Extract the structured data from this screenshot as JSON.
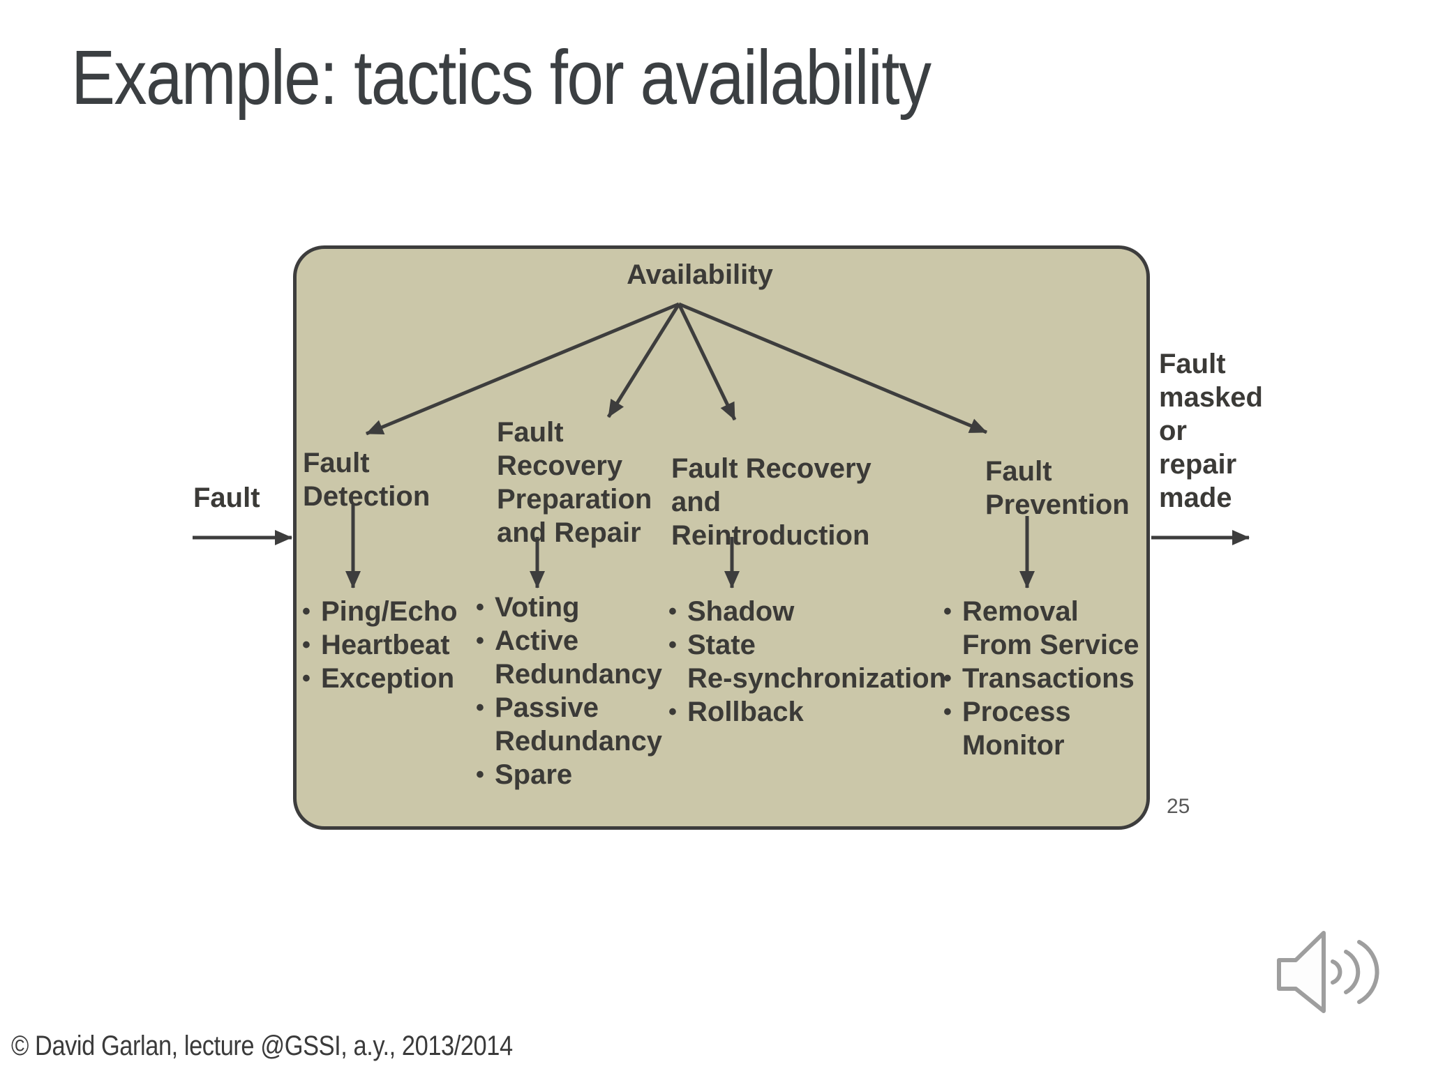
{
  "slide": {
    "title": "Example: tactics for availability",
    "page_number": "25",
    "footer_credit": "© David Garlan, lecture @GSSI, a.y., 2013/2014"
  },
  "diagram": {
    "root_label": "Availability",
    "input_label": "Fault",
    "output_label": "Fault\nmasked\nor\nrepair\nmade",
    "columns": [
      {
        "header": "Fault\nDetection",
        "items": [
          "Ping/Echo",
          "Heartbeat",
          "Exception"
        ]
      },
      {
        "header": "Fault\nRecovery\nPreparation\nand Repair",
        "items": [
          "Voting",
          "Active\nRedundancy",
          "Passive\nRedundancy",
          "Spare"
        ]
      },
      {
        "header": "Fault Recovery\nand\nReintroduction",
        "items": [
          "Shadow",
          "State\nRe-synchronization",
          "Rollback"
        ]
      },
      {
        "header": "Fault\nPrevention",
        "items": [
          "Removal\nFrom Service",
          "Transactions",
          "Process\nMonitor"
        ]
      }
    ],
    "bullet_glyph": "•"
  },
  "icons": {
    "speaker": "speaker-audio-icon"
  },
  "colors": {
    "title_text": "#3b3f42",
    "box_fill": "#cbc7a9",
    "box_border": "#3d3d3d",
    "diagram_text": "#3b3a37",
    "arrow": "#3d3d3d",
    "footer_text": "#3a3a3a",
    "page_number_text": "#595959",
    "speaker_icon": "#9e9e9e"
  }
}
